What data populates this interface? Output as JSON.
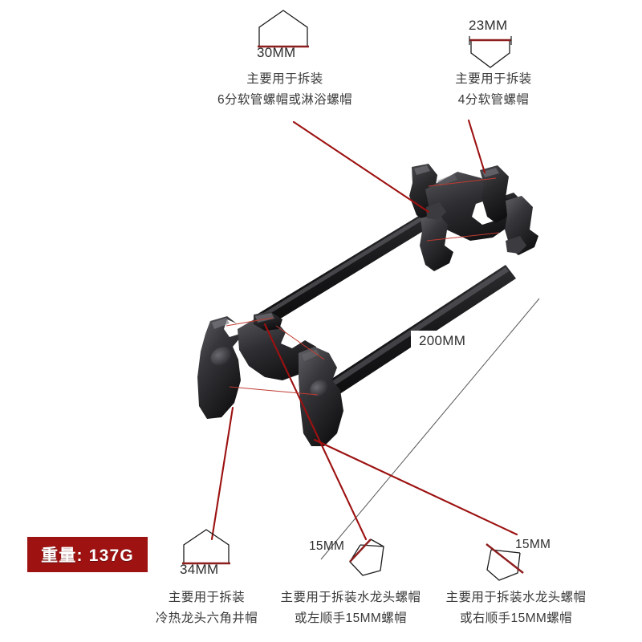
{
  "page": {
    "background": "#ffffff",
    "product": "double-ended multi-function plumbing wrench",
    "accent_red": "#9e1212",
    "leader_red": "#a01010",
    "text_color": "#3a3a3a"
  },
  "badge": {
    "text": "重量: 137G",
    "background": "#9e1212",
    "text_color": "#ffffff"
  },
  "dimensions": {
    "overall": {
      "value": "200MM",
      "note": "overall length dimension line"
    }
  },
  "callouts": [
    {
      "id": "callout-30mm",
      "size": "30MM",
      "shape": "pentagon-up",
      "line1": "主要用于拆装",
      "line2": "6分软管螺帽或淋浴螺帽"
    },
    {
      "id": "callout-23mm",
      "size": "23MM",
      "shape": "pentagon-down",
      "line1": "主要用于拆装",
      "line2": "4分软管螺帽"
    },
    {
      "id": "callout-34mm",
      "size": "34MM",
      "shape": "pentagon-up",
      "line1": "主要用于拆装",
      "line2": "冷热龙头六角井帽"
    },
    {
      "id": "callout-15mm-left",
      "size": "15MM",
      "shape": "pentagon-tilt-left",
      "line1": "主要用于拆装水龙头螺帽",
      "line2": "或左顺手15MM螺帽"
    },
    {
      "id": "callout-15mm-right",
      "size": "15MM",
      "shape": "pentagon-tilt-right",
      "line1": "主要用于拆装水龙头螺帽",
      "line2": "或右顺手15MM螺帽"
    }
  ]
}
